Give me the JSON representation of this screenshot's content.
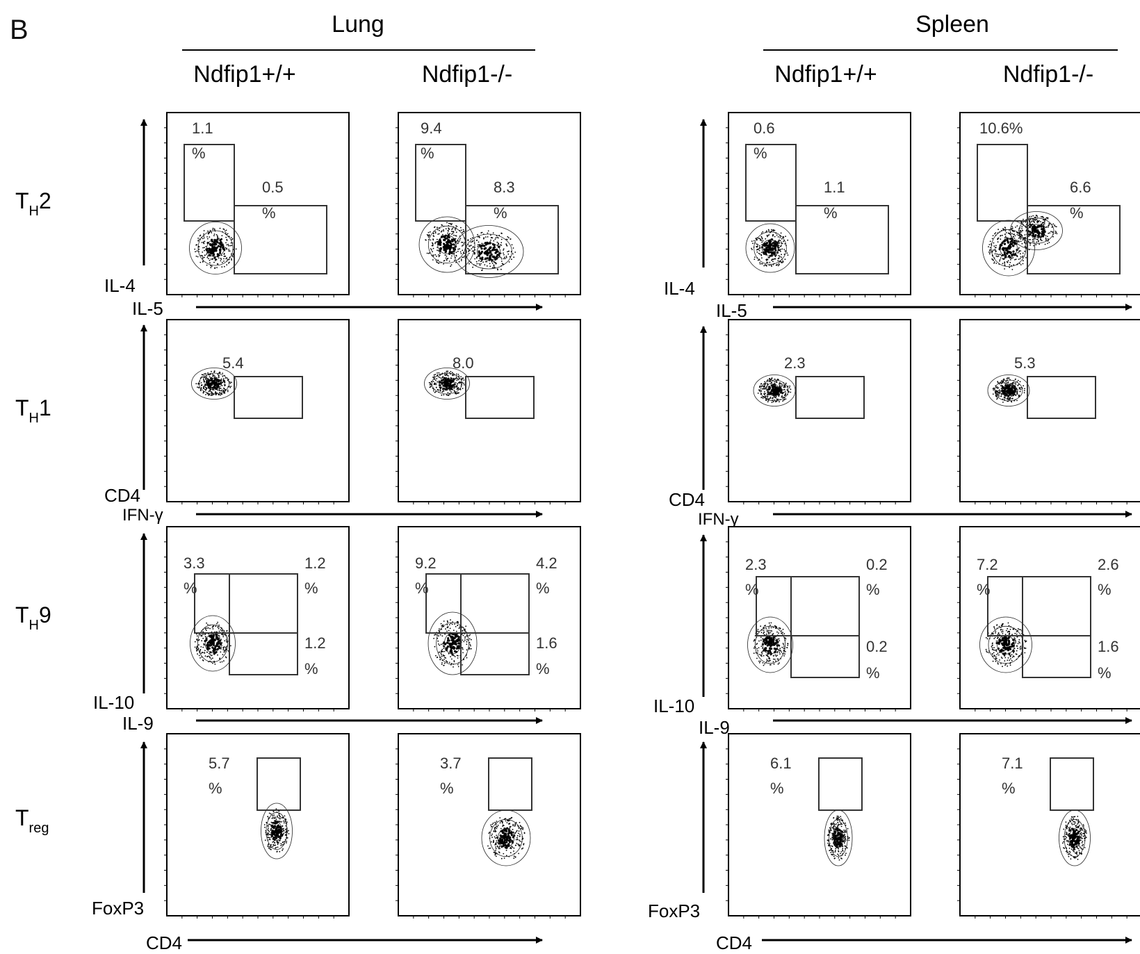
{
  "figure": {
    "panel_letter": "B",
    "groups": [
      {
        "tissue": "Lung",
        "genotypes": [
          "Ndfip1+/+",
          "Ndfip1-/-"
        ]
      },
      {
        "tissue": "Spleen",
        "genotypes": [
          "Ndfip1+/+",
          "Ndfip1-/-"
        ]
      }
    ],
    "rows": [
      {
        "label_main": "T",
        "label_sub": "H",
        "label_tail": "2",
        "y_axis": "IL-4",
        "x_axis": "IL-5",
        "panels": [
          {
            "values": [
              "1.1",
              "%",
              "0.5",
              "%"
            ]
          },
          {
            "values": [
              "9.4",
              "%",
              "8.3",
              "%"
            ]
          },
          {
            "values": [
              "0.6",
              "%",
              "1.1",
              "%"
            ]
          },
          {
            "values": [
              "10.6%",
              "6.6",
              "%"
            ]
          }
        ]
      },
      {
        "label_main": "T",
        "label_sub": "H",
        "label_tail": "1",
        "y_axis": "CD4",
        "x_axis": "IFN-γ",
        "panels": [
          {
            "values": [
              "5.4"
            ]
          },
          {
            "values": [
              "8.0"
            ]
          },
          {
            "values": [
              "2.3"
            ]
          },
          {
            "values": [
              "5.3"
            ]
          }
        ]
      },
      {
        "label_main": "T",
        "label_sub": "H",
        "label_tail": "9",
        "y_axis": "IL-10",
        "x_axis": "IL-9",
        "panels": [
          {
            "values": [
              "3.3",
              "%",
              "1.2",
              "%",
              "1.2",
              "%"
            ]
          },
          {
            "values": [
              "9.2",
              "%",
              "4.2",
              "%",
              "1.6",
              "%"
            ]
          },
          {
            "values": [
              "2.3",
              "%",
              "0.2",
              "%",
              "0.2",
              "%"
            ]
          },
          {
            "values": [
              "7.2",
              "%",
              "2.6",
              "%",
              "1.6",
              "%"
            ]
          }
        ]
      },
      {
        "label_main": "T",
        "label_sub": "reg",
        "label_tail": "",
        "y_axis": "FoxP3",
        "x_axis": "CD4",
        "panels": [
          {
            "values": [
              "5.7",
              "%"
            ]
          },
          {
            "values": [
              "3.7",
              "%"
            ]
          },
          {
            "values": [
              "6.1",
              "%"
            ]
          },
          {
            "values": [
              "7.1",
              "%"
            ]
          }
        ]
      }
    ]
  }
}
